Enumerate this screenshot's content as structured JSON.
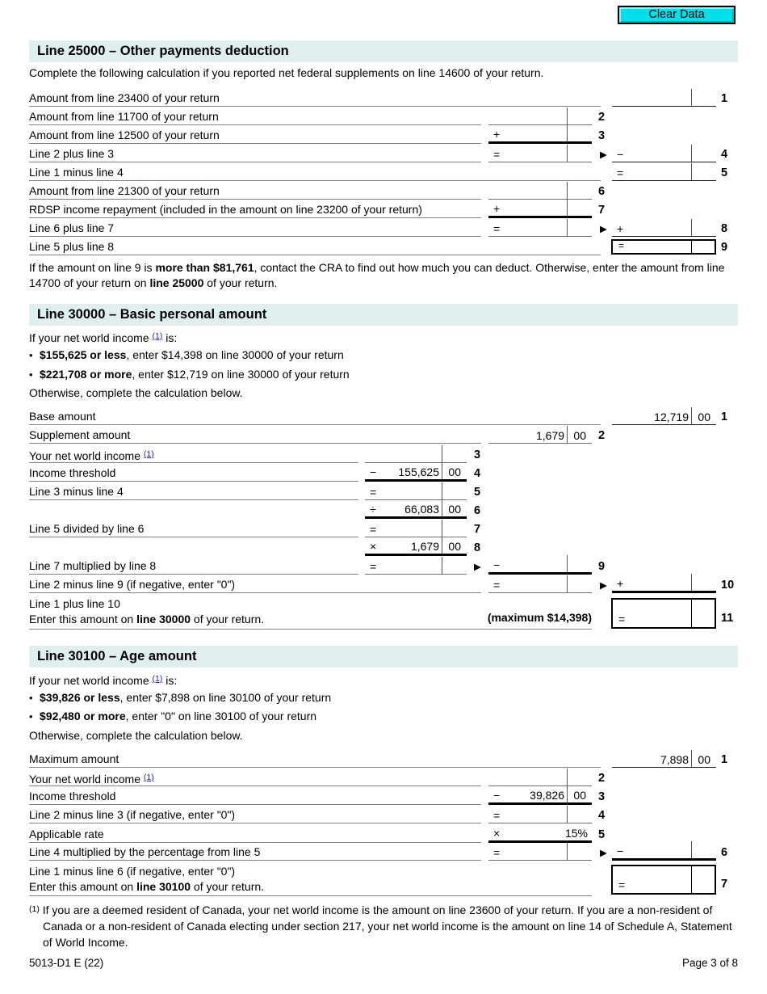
{
  "toolbar": {
    "clear_button": "Clear Data"
  },
  "icons": {
    "arrow_right": "▶",
    "bullet": "•"
  },
  "colors": {
    "accent_cyan": "#00e0ea",
    "header_bg": "#e0efee",
    "link_blue": "#2222cc"
  },
  "s1": {
    "title": "Line 25000 – Other payments deduction",
    "intro": "Complete the following calculation if you reported net federal supplements on line 14600 of your return.",
    "rows": {
      "r1": {
        "label": "Amount from line 23400 of your return",
        "num": "1"
      },
      "r2": {
        "label": "Amount from line 11700 of your return",
        "num": "2"
      },
      "r3": {
        "label": "Amount from line 12500 of your return",
        "op": "+",
        "num": "3"
      },
      "r4": {
        "label": "Line 2 plus line 3",
        "op1": "=",
        "op2": "−",
        "num": "4"
      },
      "r5": {
        "label": "Line 1 minus line 4",
        "op": "=",
        "num": "5"
      },
      "r6": {
        "label": "Amount from line 21300 of your return",
        "num": "6"
      },
      "r7": {
        "label": "RDSP income repayment (included in the amount on line 23200 of your return)",
        "op": "+",
        "num": "7"
      },
      "r8": {
        "label": "Line 6 plus line 7",
        "op1": "=",
        "op2": "+",
        "num": "8"
      },
      "r9": {
        "label": "Line 5 plus line 8",
        "op": "=",
        "num": "9"
      }
    },
    "outro": {
      "p1": "If the amount on line 9 is ",
      "b1": "more than $81,761",
      "p2": ", contact the CRA to find out how much you can deduct. Otherwise, enter the amount from line 14700 of your return on ",
      "b2": "line 25000",
      "p3": " of your return."
    }
  },
  "s2": {
    "title": "Line 30000 – Basic personal amount",
    "intro": {
      "p1": "If your net world income ",
      "sup": "(1)",
      "p2": " is:"
    },
    "bullets": [
      {
        "b": "$155,625 or less",
        "rest": ", enter $14,398 on line 30000 of your return"
      },
      {
        "b": "$221,708 or more",
        "rest": ", enter $12,719 on line 30000 of your return"
      }
    ],
    "otherwise": "Otherwise, complete the calculation below.",
    "rows": {
      "r1": {
        "label": "Base amount",
        "val": "12,719",
        "cents": "00",
        "num": "1"
      },
      "r2": {
        "label": "Supplement amount",
        "val": "1,679",
        "cents": "00",
        "num": "2"
      },
      "r3": {
        "label_p1": "Your net world income ",
        "sup": "(1)",
        "num": "3"
      },
      "r4": {
        "label": "Income threshold",
        "op": "−",
        "val": "155,625",
        "cents": "00",
        "num": "4"
      },
      "r5": {
        "label": "Line 3 minus line 4",
        "op": "=",
        "num": "5"
      },
      "r6": {
        "op": "÷",
        "val": "66,083",
        "cents": "00",
        "num": "6"
      },
      "r7": {
        "label": "Line 5 divided by line 6",
        "op": "=",
        "num": "7"
      },
      "r8": {
        "op": "×",
        "val": "1,679",
        "cents": "00",
        "num": "8"
      },
      "r9": {
        "label": "Line 7 multiplied by line 8",
        "op1": "=",
        "op2": "−",
        "num": "9"
      },
      "r10": {
        "label": "Line 2 minus line 9 (if negative, enter \"0\")",
        "op1": "=",
        "op2": "+",
        "num": "10"
      },
      "r11": {
        "line1": "Line 1 plus line 10",
        "line2_p1": "Enter this amount on ",
        "line2_b": "line 30000",
        "line2_p2": " of your return.",
        "maxnote": "(maximum $14,398)",
        "op": "=",
        "num": "11"
      }
    }
  },
  "s3": {
    "title": "Line 30100 – Age amount",
    "intro": {
      "p1": "If your net world income ",
      "sup": "(1)",
      "p2": " is:"
    },
    "bullets": [
      {
        "b": "$39,826 or less",
        "rest": ", enter $7,898 on line 30100 of your return"
      },
      {
        "b": "$92,480 or more",
        "rest": ", enter \"0\" on line 30100 of your return"
      }
    ],
    "otherwise": "Otherwise, complete the calculation below.",
    "rows": {
      "r1": {
        "label": "Maximum amount",
        "val": "7,898",
        "cents": "00",
        "num": "1"
      },
      "r2": {
        "label_p1": "Your net world income ",
        "sup": "(1)",
        "num": "2"
      },
      "r3": {
        "label": "Income threshold",
        "op": "−",
        "val": "39,826",
        "cents": "00",
        "num": "3"
      },
      "r4": {
        "label": "Line 2 minus line 3 (if negative, enter \"0\")",
        "op": "=",
        "num": "4"
      },
      "r5": {
        "label": "Applicable rate",
        "op": "×",
        "val": "15%",
        "num": "5"
      },
      "r6": {
        "label": "Line 4 multiplied by the percentage from line 5",
        "op1": "=",
        "op2": "−",
        "num": "6"
      },
      "r7": {
        "line1": "Line 1 minus line 6 (if negative, enter \"0\")",
        "line2_p1": "Enter this amount on ",
        "line2_b": "line 30100",
        "line2_p2": " of your return.",
        "op": "=",
        "num": "7"
      }
    }
  },
  "footnote": {
    "marker": "(1)",
    "text": "If you are a deemed resident of Canada, your net world income is the amount on line 23600 of your return. If you are a non-resident of Canada or a non-resident of Canada electing under section 217, your net world income is the amount on line 14 of Schedule A, Statement of World Income."
  },
  "footer": {
    "form_id": "5013-D1 E (22)",
    "page": "Page 3 of 8"
  }
}
